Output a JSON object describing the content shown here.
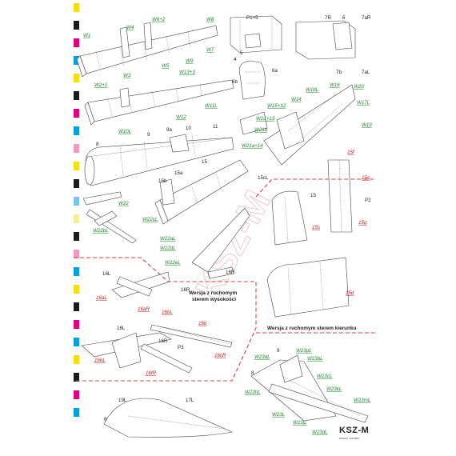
{
  "color_bar": [
    "#f5e000",
    "#1b1b1b",
    "#e4007e",
    "#00a0e4",
    "#f5e000",
    "#1b1b1b",
    "#e4007e",
    "#00a0e4",
    "#f29ac0",
    "#f5e000",
    "#1b1b1b",
    "#7ac4ea",
    "#f8ee9a",
    "#1b1b1b",
    "#f29ac0",
    "#00a0e4",
    "#f5e000",
    "#1b1b1b",
    "#e4007e",
    "#00a0e4",
    "#f5e000",
    "#1b1b1b",
    "#e4007e",
    "#00a0e4"
  ],
  "labels": {
    "W1": "W1",
    "W4": "W4",
    "W6_2": "W6+2",
    "W8": "W8",
    "W5": "W5",
    "W7": "W7",
    "W9": "W9",
    "W3": "W3",
    "W2_1": "W2+1",
    "W13_3": "W13+3",
    "W11L": "W11L",
    "W12": "W12",
    "W10L": "W10L",
    "P1_5": "P1+5",
    "n4": "4",
    "n5": "5",
    "n7R": "7R",
    "n6": "6",
    "n7aR": "7aR",
    "n7b": "7b",
    "n7aL": "7aL",
    "n6b": "6b",
    "n6a": "6a",
    "W18L": "W18L",
    "W16": "W16",
    "W20": "W20",
    "W14": "W14",
    "W15_12": "W15+12",
    "W17L": "W17L",
    "W19": "W19",
    "W21_13": "W21+13",
    "W21b": "W21b",
    "W21a_14": "W21a+14",
    "n8": "8",
    "n9": "9",
    "n9a": "9a",
    "n10": "10",
    "n11": "11",
    "n15": "15",
    "n15a": "15a",
    "n15b": "15b",
    "n15cL": "15cL",
    "W22": "W22",
    "W22cL": "W22cL",
    "W22bL": "W22bL",
    "W22aL": "W22aL",
    "W22dL": "W22dL",
    "W22eL": "W22eL",
    "n16R": "16R",
    "n15f": "15f",
    "n15e": "15e",
    "n15g": "15g",
    "n15x": "15",
    "n15s": "15s",
    "P2": "P2",
    "n15d": "15d",
    "n16L": "16L",
    "n16aL": "16aL",
    "n16aR": "16aR",
    "n16R2": "16R",
    "n16bL": "16bL",
    "n16b": "16b",
    "n16L2": "16L",
    "n16R3": "16R",
    "P3": "P3",
    "n16cR": "16cR",
    "n16bL2": "16bL",
    "n16fR": "16fR",
    "n19L": "19L",
    "n17L": "17L",
    "n8b": "8",
    "W23pL": "W23pL",
    "n9b": "9",
    "W23bL": "W23bL",
    "W23dL_top": "W23dL",
    "W23cL": "W23cL",
    "n8c": "8",
    "W23kL": "W23kL",
    "W23hL": "W23hL",
    "W23mL": "W23mL",
    "W23L": "W23L",
    "W23jL": "W23jL",
    "W23dL": "W23dL"
  },
  "captions": {
    "elevator_line1": "Wersja z ruchomym",
    "elevator_line2": "sterem wysokości",
    "rudder": "Wersja z ruchomym sterem kierunku"
  },
  "logo": {
    "text": "KSZ-M",
    "tagline": "MODELE Z PAPIERU"
  },
  "watermark": "KSZ-M"
}
